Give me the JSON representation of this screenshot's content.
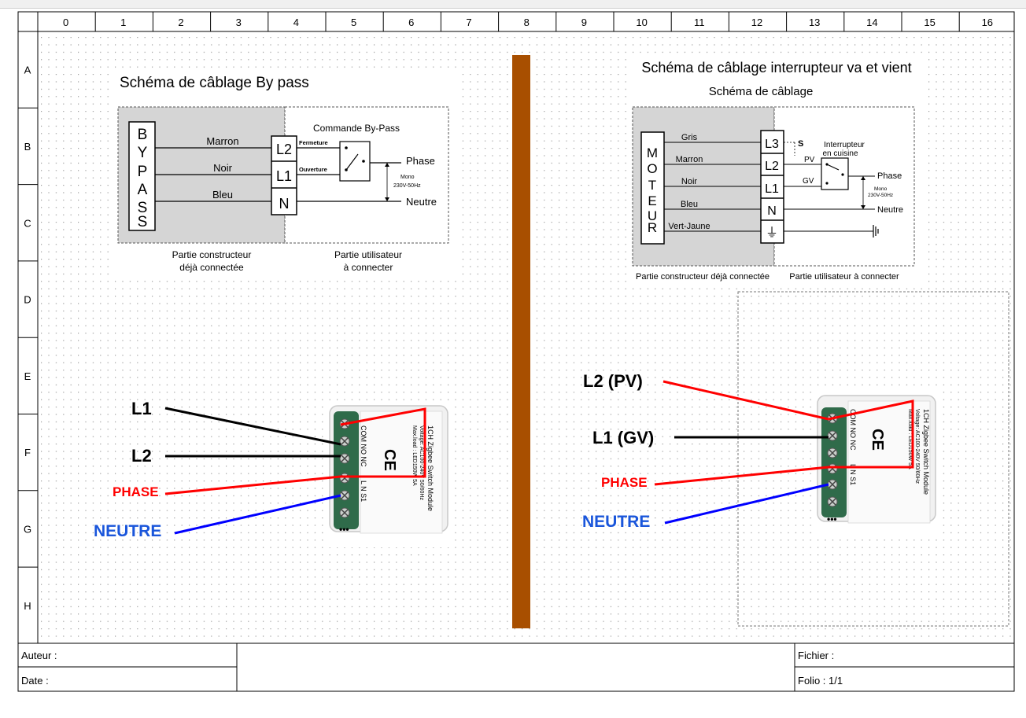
{
  "columns": [
    "0",
    "1",
    "2",
    "3",
    "4",
    "5",
    "6",
    "7",
    "8",
    "9",
    "10",
    "11",
    "12",
    "13",
    "14",
    "15",
    "16"
  ],
  "rows": [
    "A",
    "B",
    "C",
    "D",
    "E",
    "F",
    "G",
    "H"
  ],
  "bypass": {
    "title": "Schéma de câblage By pass",
    "block_letters": [
      "B",
      "Y",
      "P",
      "A",
      "S",
      "S"
    ],
    "wires": [
      "Marron",
      "Noir",
      "Bleu"
    ],
    "terminals": [
      "L2",
      "L1",
      "N"
    ],
    "command_title": "Commande By-Pass",
    "fermeture": "Fermeture",
    "ouverture": "Ouverture",
    "phase": "Phase",
    "neutre": "Neutre",
    "mono": "Mono",
    "voltage": "230V-50Hz",
    "part_left_1": "Partie constructeur",
    "part_left_2": "déjà connectée",
    "part_right_1": "Partie utilisateur",
    "part_right_2": "à connecter"
  },
  "vaetvient": {
    "title": "Schéma de câblage interrupteur va et vient",
    "subtitle": "Schéma de câblage",
    "block_letters": [
      "M",
      "O",
      "T",
      "E",
      "U",
      "R"
    ],
    "wires": [
      "Gris",
      "Marron",
      "Noir",
      "Bleu",
      "Vert-Jaune"
    ],
    "terminals": [
      "L3",
      "L2",
      "L1",
      "N",
      "⏚"
    ],
    "s_label": "S",
    "pv": "PV",
    "gv": "GV",
    "switch_label_1": "Interrupteur",
    "switch_label_2": "en cuisine",
    "phase": "Phase",
    "neutre": "Neutre",
    "mono": "Mono",
    "voltage": "230V-50Hz",
    "part_left": "Partie constructeur déjà connectée",
    "part_right": "Partie utilisateur à connecter"
  },
  "module": {
    "title": "1CH Zigbee Switch Module",
    "spec1": "Voltage: AC100-240V 50/60Hz",
    "spec2": "Max.load : LED150W 5A",
    "terms_top": "COM NO NC",
    "terms_bottom": "L   N   S1",
    "ce": "CE"
  },
  "left_labels": {
    "l1": "L1",
    "l2": "L2",
    "phase": "PHASE",
    "neutre": "NEUTRE"
  },
  "right_labels": {
    "l2": "L2 (PV)",
    "l1": "L1 (GV)",
    "phase": "PHASE",
    "neutre": "NEUTRE"
  },
  "titleblock": {
    "auteur": "Auteur :",
    "date": "Date :",
    "fichier": "Fichier :",
    "folio": "Folio : 1/1"
  },
  "colors": {
    "phase": "#ff0000",
    "neutre": "#0000ff",
    "neutre_text": "#1a56db",
    "black": "#000000",
    "separator": "#a84f00",
    "grid_dot": "#9a9a9a"
  }
}
